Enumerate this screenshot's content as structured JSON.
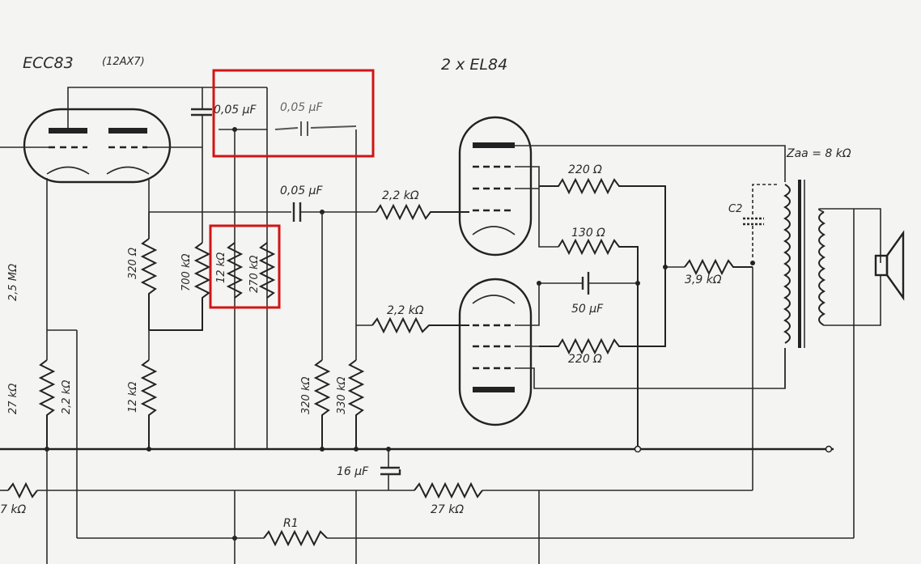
{
  "titles": {
    "preamp_tube": "ECC83",
    "preamp_equiv": "(12AX7)",
    "output_tubes": "2 x EL84"
  },
  "labels": {
    "c_feedback": "0,05 μF",
    "c_feedback_handwritten": "0,05 μF",
    "c_coupling": "0,05 μF",
    "r_grid_top": "2,2 kΩ",
    "r_grid_bottom": "2,2 kΩ",
    "r_screen_top": "220 Ω",
    "r_screen_bottom": "220 Ω",
    "r_cathode": "130 Ω",
    "c_cathode": "50 μF",
    "r_out": "3,9 kΩ",
    "c2": "C2",
    "zaa": "Zaa = 8 kΩ",
    "r320_upper": "320 Ω",
    "r700": "700 kΩ",
    "r12k_highlight": "12 kΩ",
    "r270k_highlight": "270 kΩ",
    "r12k_lower": "12 kΩ",
    "r320k": "320 kΩ",
    "r330k": "330 kΩ",
    "r27k_left": "27 kΩ",
    "r22k_left": "2,2 kΩ",
    "r25m": "2,5 MΩ",
    "c16": "16 μF",
    "r27k_bottom": "27 kΩ",
    "r27k_bottom_left": "7 kΩ",
    "r1": "R1"
  },
  "highlights": [
    "feedback-capacitor-box",
    "divider-resistors-box"
  ]
}
